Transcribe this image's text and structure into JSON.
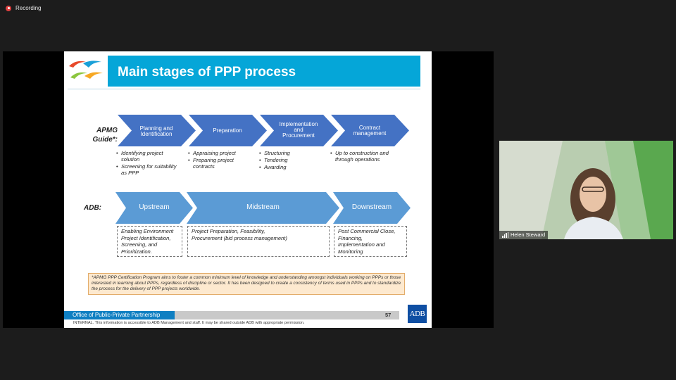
{
  "app": {
    "recording_label": "Recording"
  },
  "slide": {
    "title": "Main stages of PPP process",
    "rows": {
      "apmg_label": "APMG\nGuide*:",
      "adb_label": "ADB:"
    },
    "apmg_stages": [
      {
        "label": "Planning and\nIdentification",
        "bullets": [
          "Identifying project solution",
          "Screening for suitability as PPP"
        ]
      },
      {
        "label": "Preparation",
        "bullets": [
          "Appraising project",
          "Preparing project contracts"
        ]
      },
      {
        "label": "Implementation\nand\nProcurement",
        "bullets": [
          "Structuring",
          "Tendering",
          "Awarding"
        ]
      },
      {
        "label": "Contract\nmanagement",
        "bullets": [
          "Up to construction and through operations"
        ]
      }
    ],
    "adb_stages": [
      {
        "label": "Upstream",
        "detail": "Enabling Environment\nProject Identification,\nScreening, and\nPrioritization."
      },
      {
        "label": "Midstream",
        "detail": "Project Preparation, Feasibility,\nProcurement (bid process management)"
      },
      {
        "label": "Downstream",
        "detail": "Post Commercial Close,\nFinancing,\nImplementation and\nMonitoring"
      }
    ],
    "note": "*APMG PPP Certification Program aims to foster a common minimum level of knowledge and understanding amongst individuals working on PPPs or those interested in learning about PPPs, regardless of discipline or sector. It has been designed to create a consistency of terms used in PPPs and to standardize the process for the delivery of PPP projects worldwide.",
    "footer": {
      "office": "Office of Public-Private Partnership",
      "page_number": "57",
      "logo_text": "ADB",
      "disclaimer": "INTERNAL. This information is accessible to ADB Management and staff. It may be shared outside ADB with appropriate permission."
    },
    "colors": {
      "title_bar": "#05a6d8",
      "apmg_chevron": "#4472c4",
      "adb_chevron": "#5b9bd5",
      "note_bg": "#fde9cf"
    }
  },
  "participant": {
    "name": "Helen Steward",
    "icon": "signal-bars-icon"
  }
}
